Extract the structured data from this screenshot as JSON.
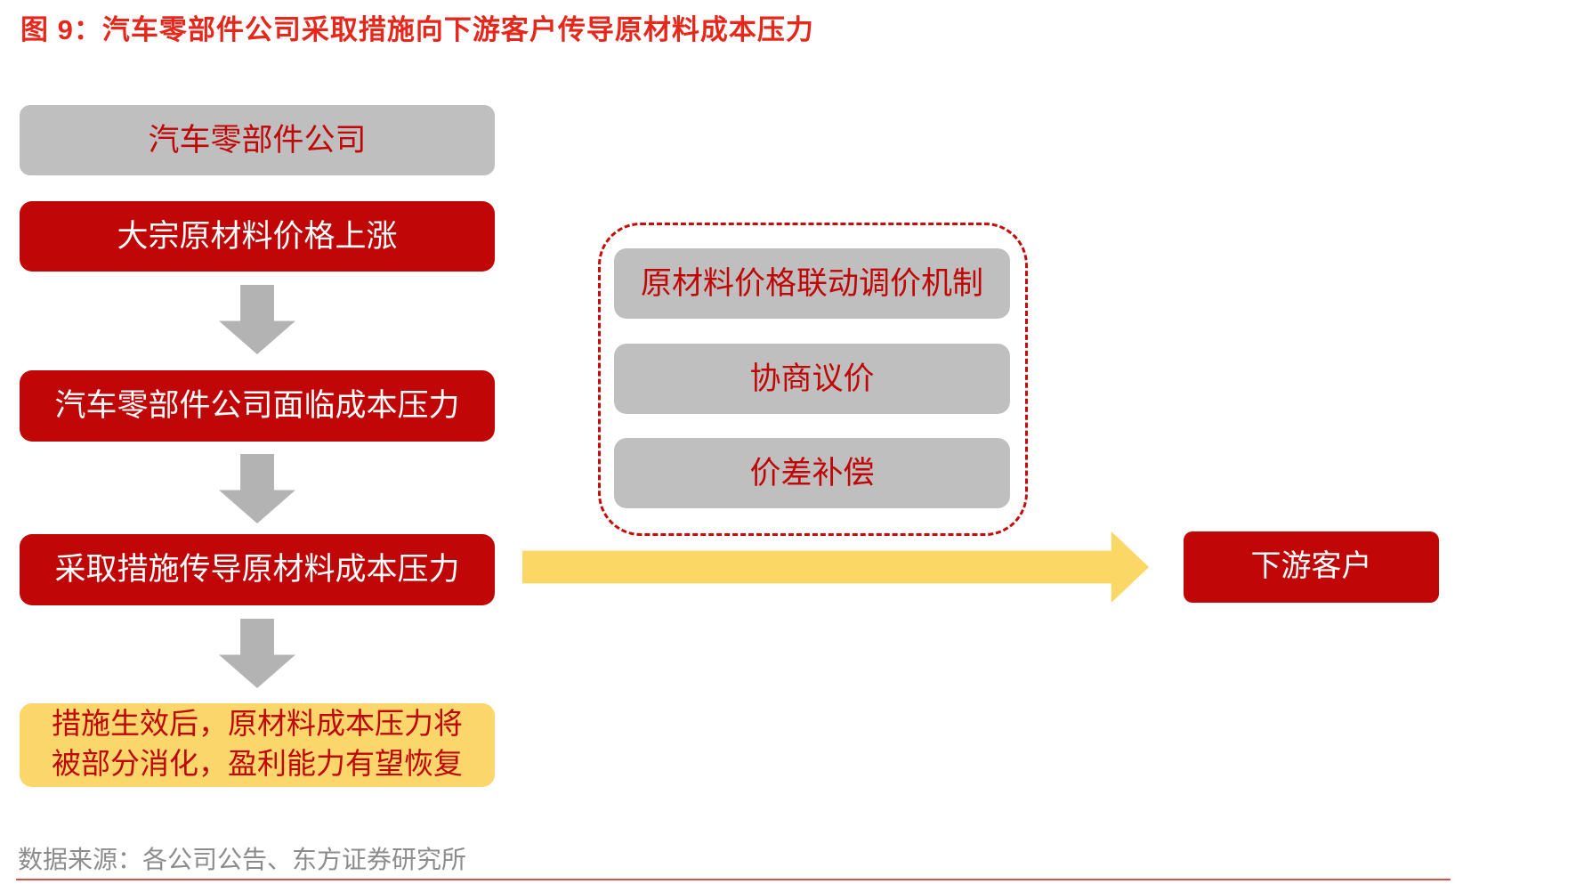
{
  "title": "图 9：汽车零部件公司采取措施向下游客户传导原材料成本压力",
  "flow": {
    "entity": "汽车零部件公司",
    "step1": "大宗原材料价格上涨",
    "step2": "汽车零部件公司面临成本压力",
    "step3": "采取措施传导原材料成本压力",
    "result_line1": "措施生效后，原材料成本压力将",
    "result_line2": "被部分消化，盈利能力有望恢复"
  },
  "measures": [
    "原材料价格联动调价机制",
    "协商议价",
    "价差补偿"
  ],
  "target": "下游客户",
  "source_note": "数据来源：各公司公告、东方证券研究所",
  "colors": {
    "title_red": "#E6281C",
    "box_red": "#C00606",
    "box_gray": "#BFBFBF",
    "arrow_gray": "#B3B3B3",
    "highlight_yellow": "#FBD765",
    "dashed_border_red": "#C80A0A",
    "source_gray": "#8C8C8C",
    "divider_red": "#D95050"
  }
}
